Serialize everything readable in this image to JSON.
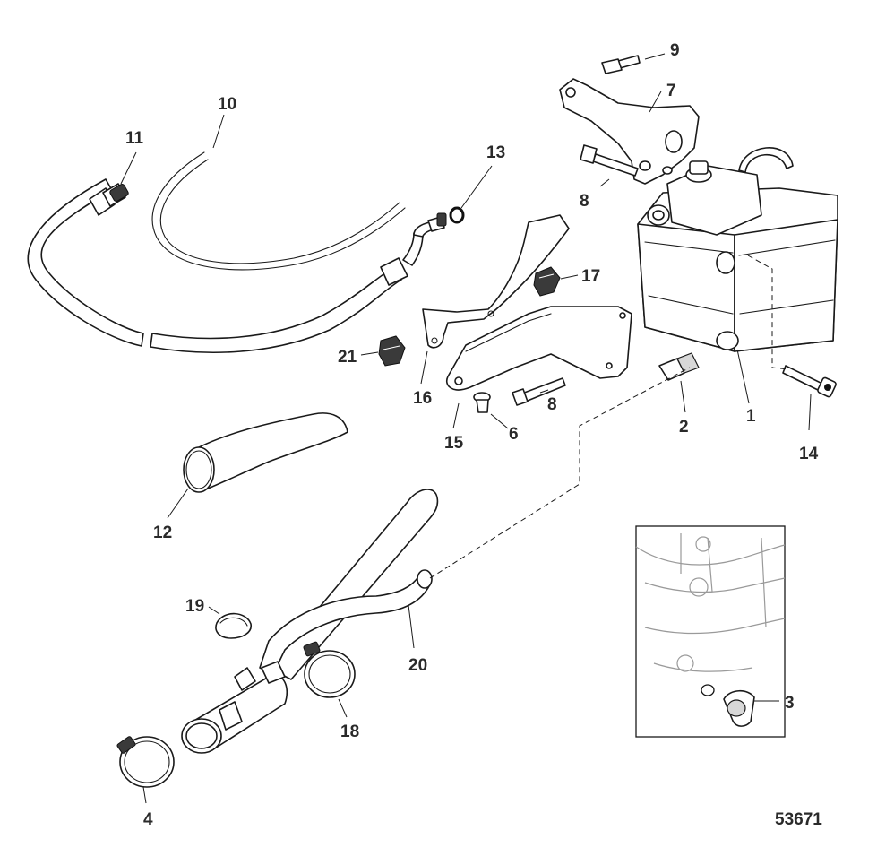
{
  "callouts": {
    "c1": "1",
    "c2": "2",
    "c3": "3",
    "c4": "4",
    "c6": "6",
    "c7": "7",
    "c8a": "8",
    "c8b": "8",
    "c9": "9",
    "c10": "10",
    "c11": "11",
    "c12": "12",
    "c13": "13",
    "c14": "14",
    "c15": "15",
    "c16": "16",
    "c17": "17",
    "c18": "18",
    "c19": "19",
    "c20": "20",
    "c21": "21"
  },
  "figure_number": "53671"
}
